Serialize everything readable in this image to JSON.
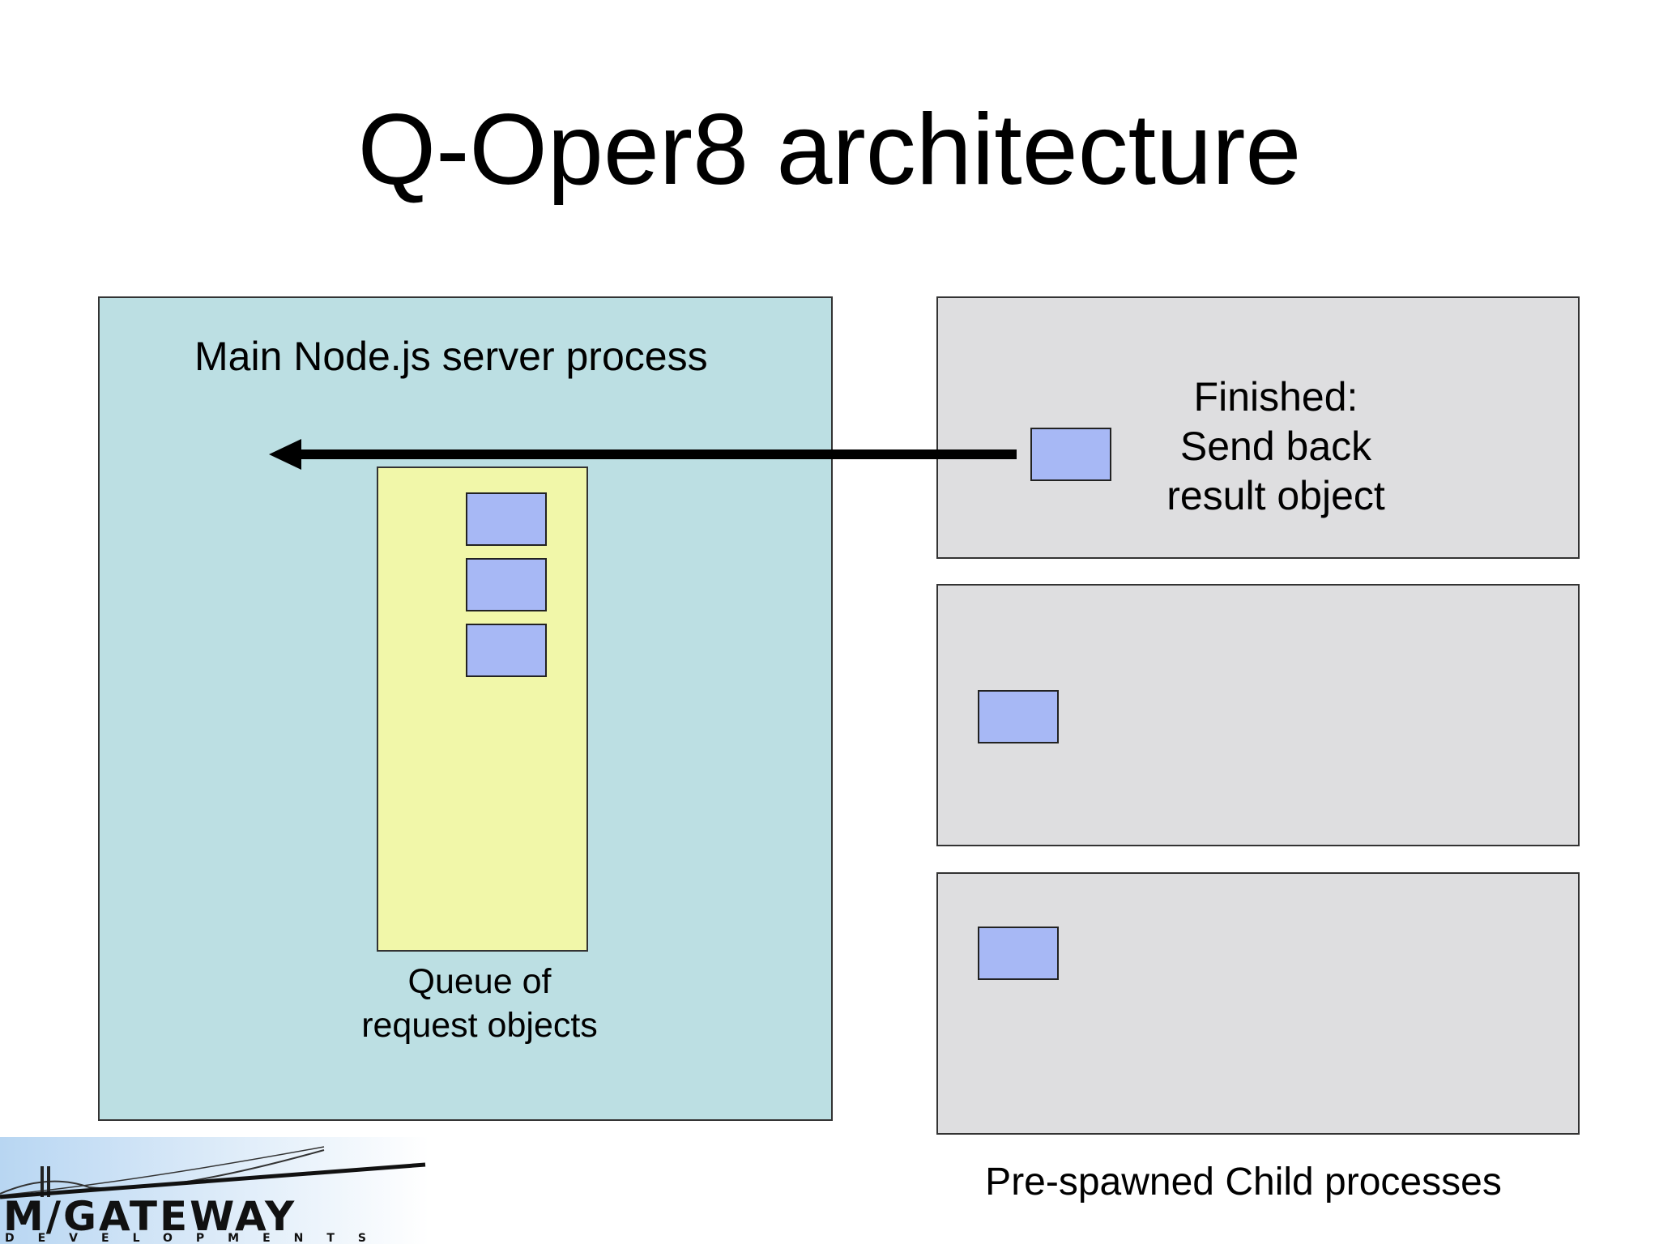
{
  "title": "Q-Oper8 architecture",
  "main_process": {
    "label": "Main Node.js server process",
    "queue_label_line1": "Queue of",
    "queue_label_line2": "request objects",
    "queued_requests": 3
  },
  "child_processes": {
    "label": "Pre-spawned Child processes",
    "finished_line1": "Finished:",
    "finished_line2": "Send back",
    "finished_line3": "result object"
  },
  "logo": {
    "name": "M/GATEWAY",
    "subtitle": "DEVELOPMENTS"
  },
  "colors": {
    "main_box": "#bcdfe3",
    "queue_box": "#f1f7a9",
    "request_object": "#a7b8f5",
    "child_box": "#dedee0",
    "arrow": "#000000"
  }
}
